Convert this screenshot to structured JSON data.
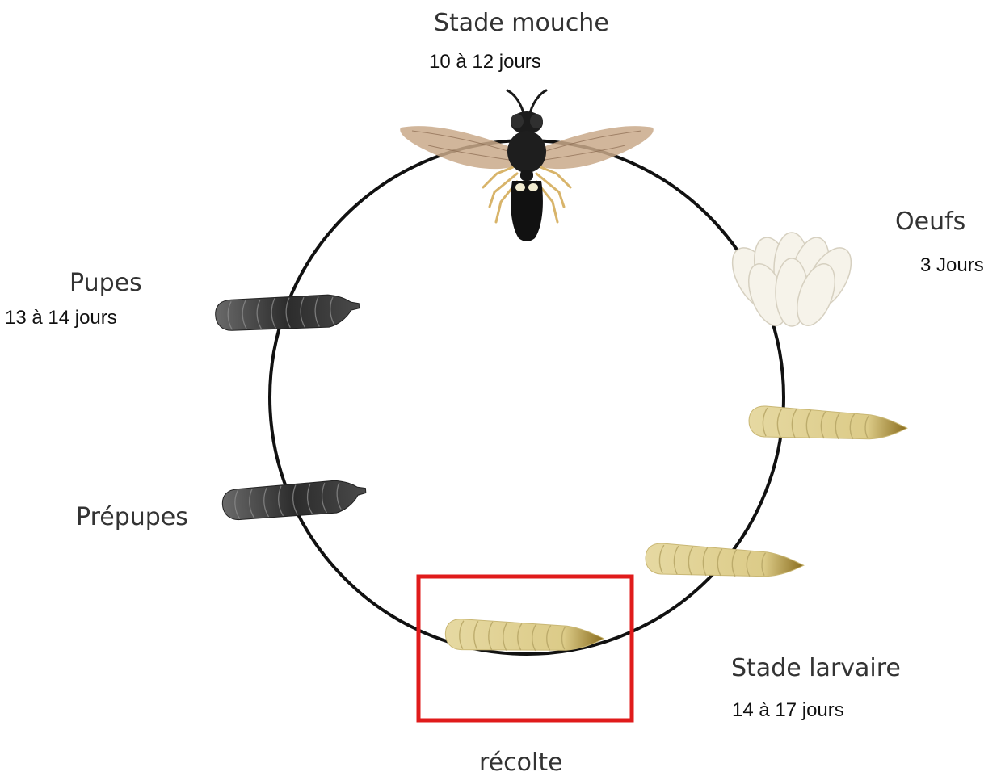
{
  "stages": {
    "fly": {
      "name": "Stade mouche",
      "duration": "10 à 12 jours"
    },
    "eggs": {
      "name": "Oeufs",
      "duration": "3 Jours"
    },
    "larva": {
      "name": "Stade larvaire",
      "duration": "14 à 17 jours"
    },
    "prepupae": {
      "name": "Prépupes"
    },
    "pupae": {
      "name": "Pupes",
      "duration": "13 à 14 jours"
    }
  },
  "harvest": {
    "label": "récolte"
  },
  "colors": {
    "cycle_line": "#111111",
    "harvest_box": "#e01b1b",
    "larva_fill": "#e2d49a",
    "larva_tip": "#8a6d1e",
    "pupa_fill": "#3a3a3a",
    "egg_fill": "#f6f3ea",
    "wing_fill": "#c9a98a"
  },
  "icons": [
    "fly-icon",
    "egg-cluster-icon",
    "larva-icon",
    "prepupa-icon",
    "pupa-icon"
  ]
}
